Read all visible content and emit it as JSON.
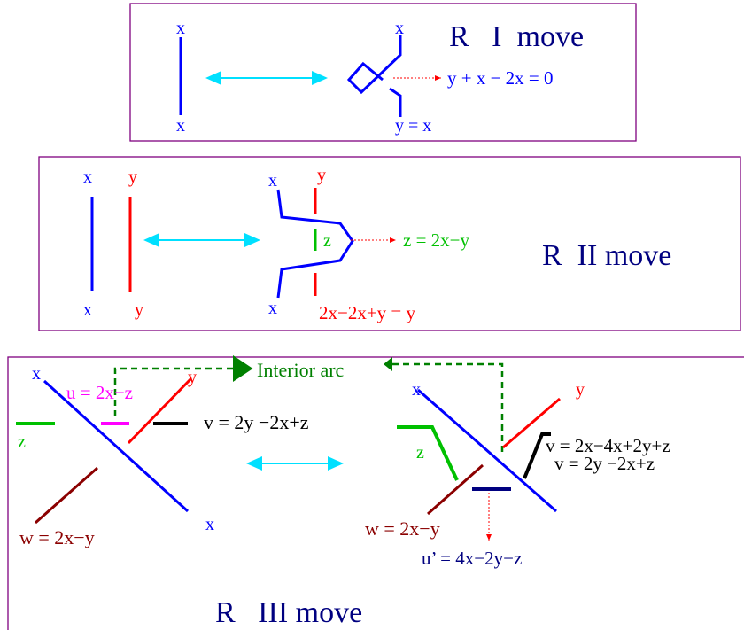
{
  "colors": {
    "frame": "#800080",
    "blue": "#0000ff",
    "red": "#ff0000",
    "green": "#00c000",
    "darkgreen": "#008000",
    "cyan": "#00e0ff",
    "navy": "#000080",
    "darkred": "#8b0000",
    "magenta": "#ff00ff",
    "black": "#000000"
  },
  "r1": {
    "title": "R   I  move",
    "left_top": "x",
    "left_bottom": "x",
    "right_top": "x",
    "right_bottom": "y = x",
    "equation": "y + x − 2x = 0"
  },
  "r2": {
    "title": "R  II move",
    "left_x_top": "x",
    "left_y_top": "y",
    "left_x_bottom": "x",
    "left_y_bottom": "y",
    "right_x_top": "x",
    "right_y_top": "y",
    "right_x_bottom": "x",
    "z_label": "z",
    "z_eq": "z = 2x−y",
    "bottom_eq": "2x−2x+y = y"
  },
  "r3": {
    "title": "R   III move",
    "interior_arc": "Interior arc",
    "left_x_top": "x",
    "left_y": "y",
    "left_u": "u = 2x−z",
    "left_v": "v = 2y −2x+z",
    "left_z": "z",
    "left_x_bottom": "x",
    "left_w": "w = 2x−y",
    "right_x_top": "x",
    "right_y": "y",
    "right_z": "z",
    "right_v1": "v = 2x−4x+2y+z",
    "right_v2": "v = 2y −2x+z",
    "right_w": "w = 2x−y",
    "right_u": "u’ = 4x−2y−z"
  }
}
